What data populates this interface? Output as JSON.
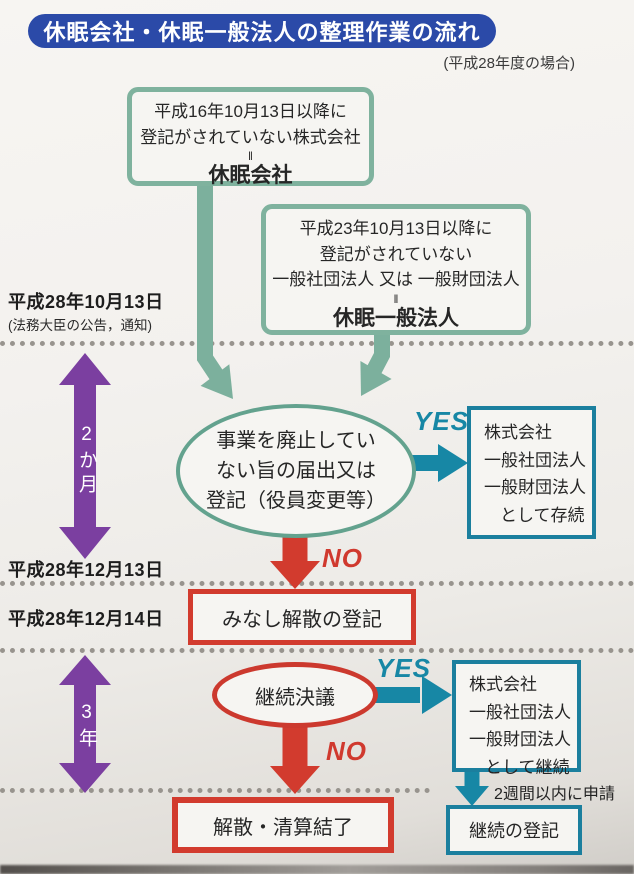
{
  "header": {
    "title": "休眠会社・休眠一般法人の整理作業の流れ",
    "subtitle": "(平成28年度の場合)"
  },
  "colors": {
    "header_blue": "#2b4aa8",
    "definition_green": "#7fb29e",
    "flow_teal": "#1b7f9e",
    "flow_red": "#d23b2e",
    "period_purple": "#7b3fa0"
  },
  "top_boxes": {
    "dormant_company": {
      "line1": "平成16年10月13日以降に",
      "line2": "登記がされていない株式会社",
      "equals": "‖",
      "term": "休眠会社"
    },
    "dormant_general": {
      "line1": "平成23年10月13日以降に",
      "line2": "登記がされていない",
      "line3": "一般社団法人 又は 一般財団法人",
      "equals": "‖",
      "term": "休眠一般法人"
    }
  },
  "timeline": {
    "date1": "平成28年10月13日",
    "date1_note": "(法務大臣の公告，通知)",
    "period1": "2か月",
    "date2": "平成28年12月13日",
    "date3": "平成28年12月14日",
    "period2": "3年"
  },
  "flow": {
    "decision1": {
      "line1": "事業を廃止してい",
      "line2": "ない旨の届出又は",
      "line3": "登記（役員変更等）"
    },
    "yes1": "YES",
    "no1": "NO",
    "survive_box": {
      "line1": "株式会社",
      "line2": "一般社団法人",
      "line3": "一般財団法人",
      "line4": "として存続"
    },
    "deemed_dissolution": "みなし解散の登記",
    "decision2": "継続決議",
    "yes2": "YES",
    "no2": "NO",
    "continue_box": {
      "line1": "株式会社",
      "line2": "一般社団法人",
      "line3": "一般財団法人",
      "line4": "として継続"
    },
    "two_weeks_note": "2週間以内に申請",
    "continuation_registration": "継続の登記",
    "dissolution": "解散・清算結了"
  }
}
